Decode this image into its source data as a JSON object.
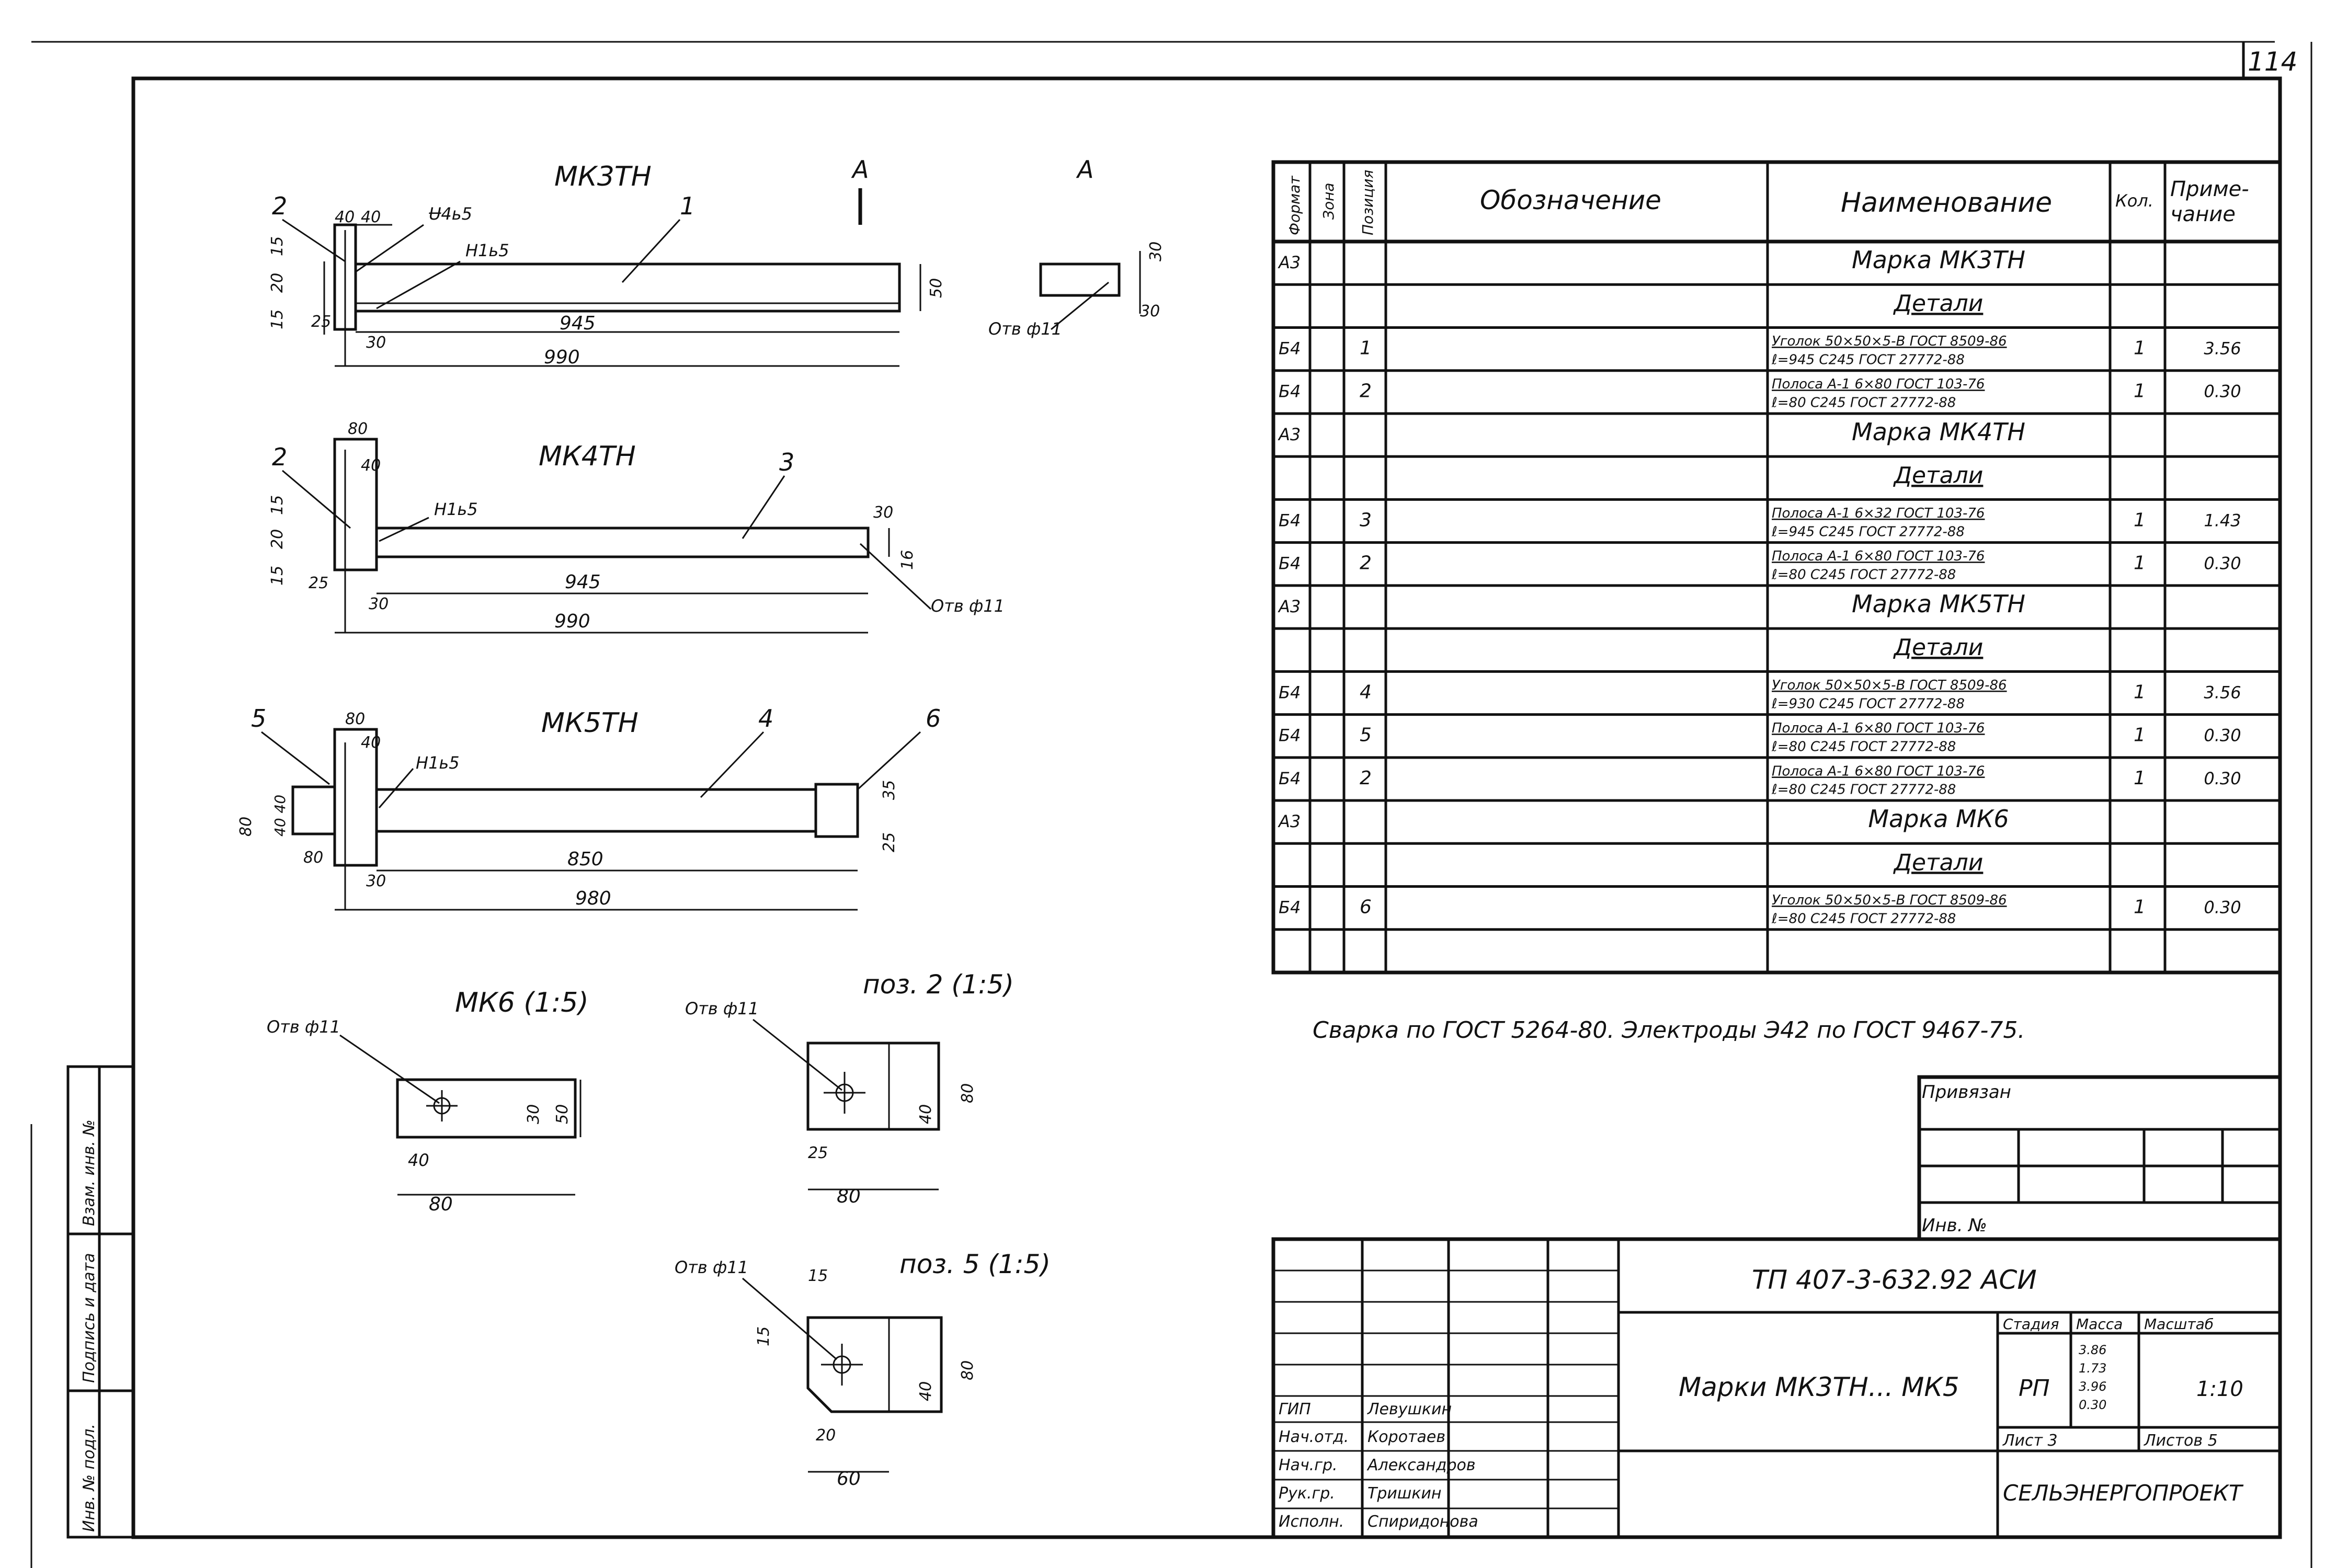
{
  "sheet_number": "114",
  "drawings": {
    "mk3": {
      "title": "МК3ТН",
      "pos_1": "1",
      "pos_2": "2",
      "d40a": "40",
      "d40b": "40",
      "weld1": "Ʉ4ь5",
      "weld2": "Н1ь5",
      "d15": "15",
      "d20": "20",
      "d15b": "15",
      "d25": "25",
      "d30": "30",
      "d945": "945",
      "d990": "990",
      "d50": "50"
    },
    "section_a": {
      "mark_a1": "А",
      "mark_a2": "А",
      "d30a": "30",
      "d30b": "30",
      "hole": "Отв ф11"
    },
    "mk4": {
      "title": "МК4ТН",
      "pos_2": "2",
      "pos_3": "3",
      "d80": "80",
      "d40": "40",
      "weld": "Н1ь5",
      "d15": "15",
      "d20": "20",
      "d15b": "15",
      "d25": "25",
      "d30": "30",
      "d945": "945",
      "d990": "990",
      "d30r": "30",
      "d16": "16",
      "hole": "Отв ф11"
    },
    "mk5": {
      "title": "МК5ТН",
      "pos_5": "5",
      "pos_4": "4",
      "pos_6": "6",
      "d80": "80",
      "d40": "40",
      "weld": "Н1ь5",
      "d80l": "80",
      "d4040": "40 40",
      "d80b": "80",
      "d30": "30",
      "d850": "850",
      "d980": "980",
      "d35": "35",
      "d25": "25"
    },
    "mk6": {
      "title": "МК6 (1:5)",
      "hole": "Отв ф11",
      "d30": "30",
      "d50": "50",
      "d40": "40",
      "d80": "80"
    },
    "poz2": {
      "title": "поз. 2 (1:5)",
      "hole": "Отв ф11",
      "d40": "40",
      "d80v": "80",
      "d25": "25",
      "d80": "80"
    },
    "poz5": {
      "title": "поз. 5 (1:5)",
      "hole": "Отв ф11",
      "d15a": "15",
      "d15b": "15",
      "d40": "40",
      "d80v": "80",
      "d20": "20",
      "d60": "60"
    }
  },
  "spec_table": {
    "headers": {
      "format": "Формат",
      "zone": "Зона",
      "position": "Позиция",
      "designation": "Обозначение",
      "name": "Наименование",
      "qty": "Кол.",
      "note": "Приме-\nчание"
    },
    "rows": [
      {
        "format": "А3",
        "pos": "",
        "name": "Марка МК3ТН",
        "qty": "",
        "note": "",
        "kind": "mark"
      },
      {
        "format": "",
        "pos": "",
        "name": "Детали",
        "qty": "",
        "note": "",
        "kind": "header"
      },
      {
        "format": "Б4",
        "pos": "1",
        "name": "Уголок 50×50×5-В ГОСТ 8509-86\nℓ=945  С245  ГОСТ 27772-88",
        "qty": "1",
        "note": "3.56",
        "kind": "item"
      },
      {
        "format": "Б4",
        "pos": "2",
        "name": "Полоса А-1 6×80  ГОСТ 103-76\nℓ=80  С245  ГОСТ 27772-88",
        "qty": "1",
        "note": "0.30",
        "kind": "item"
      },
      {
        "format": "А3",
        "pos": "",
        "name": "Марка МК4ТН",
        "qty": "",
        "note": "",
        "kind": "mark"
      },
      {
        "format": "",
        "pos": "",
        "name": "Детали",
        "qty": "",
        "note": "",
        "kind": "header"
      },
      {
        "format": "Б4",
        "pos": "3",
        "name": "Полоса А-1 6×32  ГОСТ 103-76\nℓ=945  С245  ГОСТ 27772-88",
        "qty": "1",
        "note": "1.43",
        "kind": "item"
      },
      {
        "format": "Б4",
        "pos": "2",
        "name": "Полоса А-1 6×80  ГОСТ 103-76\nℓ=80  С245  ГОСТ 27772-88",
        "qty": "1",
        "note": "0.30",
        "kind": "item"
      },
      {
        "format": "А3",
        "pos": "",
        "name": "Марка МК5ТН",
        "qty": "",
        "note": "",
        "kind": "mark"
      },
      {
        "format": "",
        "pos": "",
        "name": "Детали",
        "qty": "",
        "note": "",
        "kind": "header"
      },
      {
        "format": "Б4",
        "pos": "4",
        "name": "Уголок 50×50×5-В ГОСТ 8509-86\nℓ=930  С245  ГОСТ 27772-88",
        "qty": "1",
        "note": "3.56",
        "kind": "item"
      },
      {
        "format": "Б4",
        "pos": "5",
        "name": "Полоса А-1 6×80 ГОСТ 103-76\nℓ=80  С245  ГОСТ 27772-88",
        "qty": "1",
        "note": "0.30",
        "kind": "item"
      },
      {
        "format": "Б4",
        "pos": "2",
        "name": "Полоса А-1 6×80  ГОСТ 103-76\nℓ=80  С245  ГОСТ 27772-88",
        "qty": "1",
        "note": "0.30",
        "kind": "item"
      },
      {
        "format": "А3",
        "pos": "",
        "name": "Марка МК6",
        "qty": "",
        "note": "",
        "kind": "mark"
      },
      {
        "format": "",
        "pos": "",
        "name": "Детали",
        "qty": "",
        "note": "",
        "kind": "header"
      },
      {
        "format": "Б4",
        "pos": "6",
        "name": "Уголок 50×50×5-В ГОСТ 8509-86\nℓ=80  С245  ГОСТ 27772-88",
        "qty": "1",
        "note": "0.30",
        "kind": "item"
      },
      {
        "format": "",
        "pos": "",
        "name": "",
        "qty": "",
        "note": "",
        "kind": "empty"
      }
    ]
  },
  "welding_note": "Сварка по ГОСТ 5264-80. Электроды Э42 по ГОСТ 9467-75.",
  "stamp_box": {
    "privyazan": "Привязан",
    "inv": "Инв. №"
  },
  "title_block": {
    "code": "ТП 407-3-632.92  АСИ",
    "sheet_title": "Марки МК3ТН... МК5",
    "stage_label": "Стадия",
    "mass_label": "Масса",
    "scale_label": "Масштаб",
    "stage": "РП",
    "masses": [
      "3.86",
      "1.73",
      "3.96",
      "0.30"
    ],
    "scale": "1:10",
    "sheet": "Лист 3",
    "sheets": "Листов 5",
    "org": "СЕЛЬЭНЕРГОПРОЕКТ",
    "people": [
      {
        "role": "ГИП",
        "name": "Левушкин"
      },
      {
        "role": "Нач.отд.",
        "name": "Коротаев"
      },
      {
        "role": "Нач.гр.",
        "name": "Александров"
      },
      {
        "role": "Рук.гр.",
        "name": "Тришкин"
      },
      {
        "role": "Исполн.",
        "name": "Спиридонова"
      }
    ]
  },
  "side_stamp": {
    "inv_orig": "Инв. № подл.",
    "sign_date": "Подпись и дата",
    "vzam_inv": "Взам. инв. №"
  }
}
